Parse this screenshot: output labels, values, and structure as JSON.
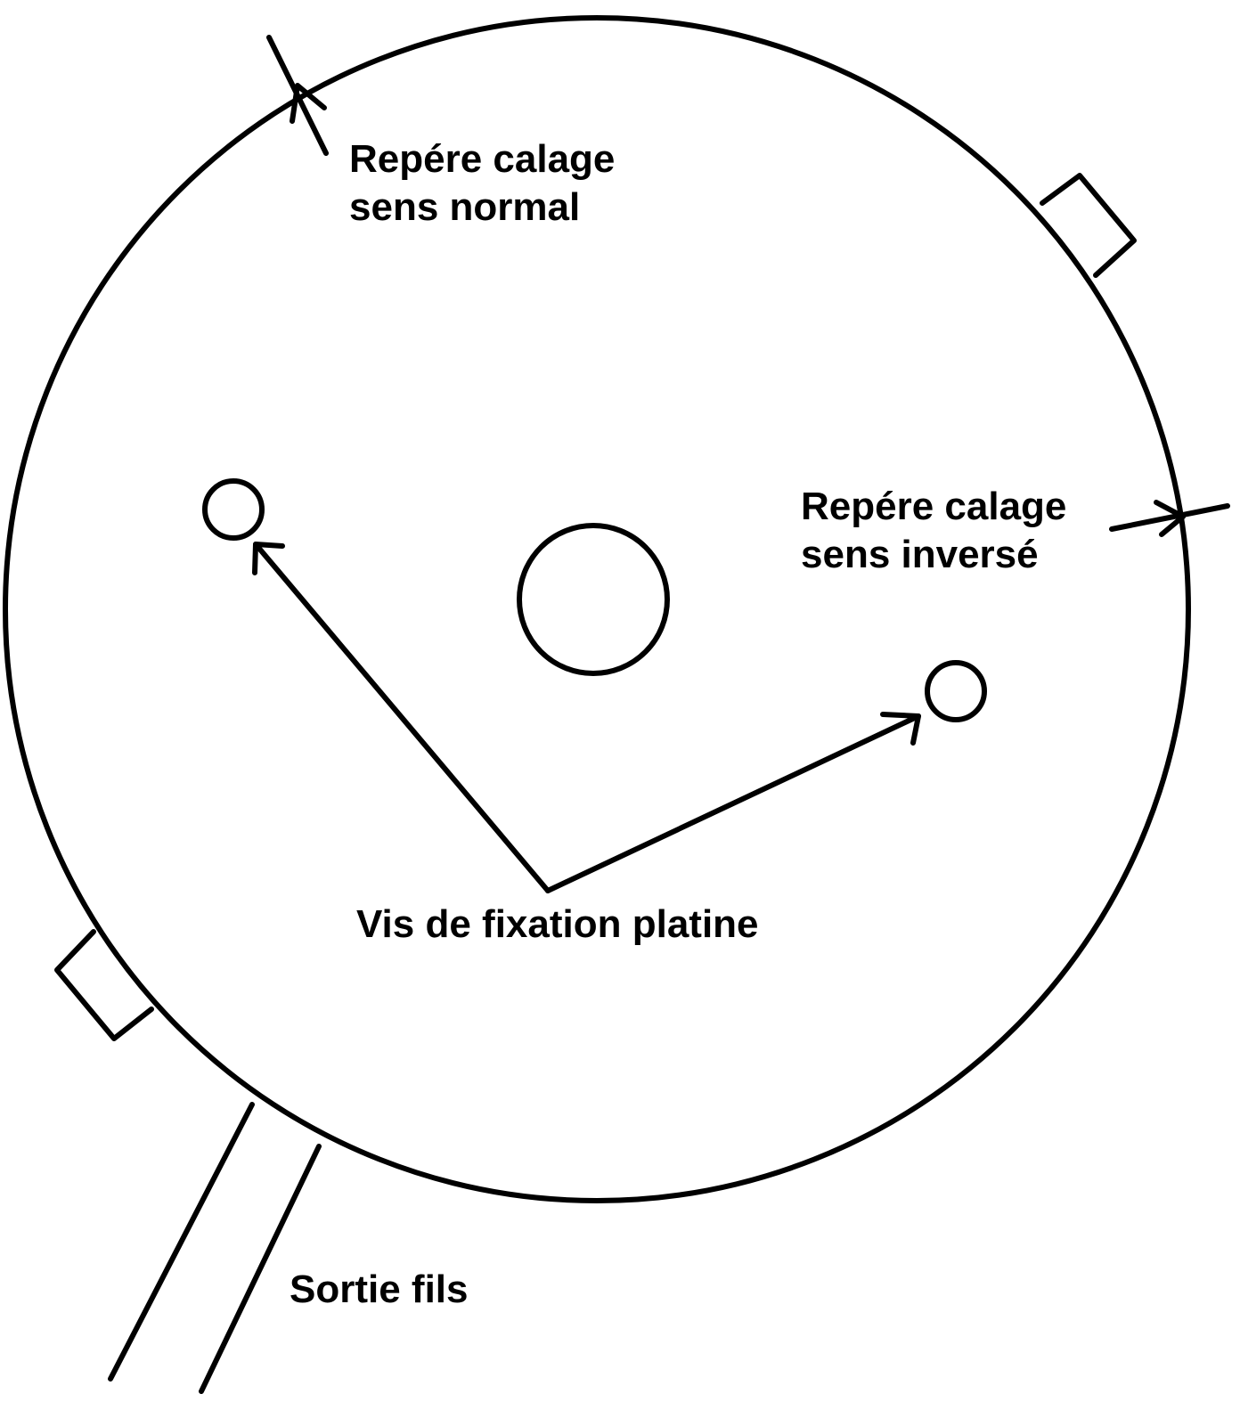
{
  "labels": {
    "normal_line1": "Repére calage",
    "normal_line2": "sens normal",
    "inverse_line1": "Repére calage",
    "inverse_line2": "sens inversé",
    "screws": "Vis de fixation platine",
    "wires": "Sortie fils"
  },
  "colors": {
    "ink": "#000000",
    "background": "#ffffff"
  }
}
